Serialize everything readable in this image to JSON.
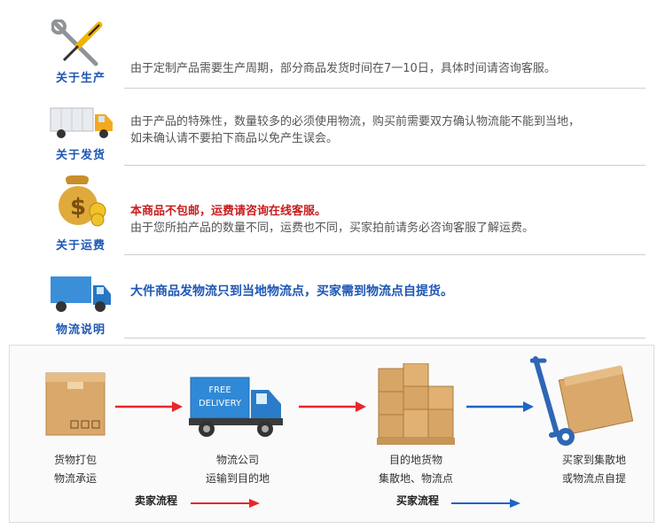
{
  "sections": {
    "production": {
      "title": "关于生产",
      "text": "由于定制产品需要生产周期，部分商品发货时间在7一10日，具体时间请咨询客服。"
    },
    "shipping": {
      "title": "关于发货",
      "line1": "由于产品的特殊性，数量较多的必须使用物流，购买前需要双方确认物流能不能到当地，",
      "line2": "如未确认请不要拍下商品以免产生误会。"
    },
    "fee": {
      "title": "关于运费",
      "highlight": "本商品不包邮，运费请咨询在线客服。",
      "text": "由于您所拍产品的数量不同，运费也不同，买家拍前请务必咨询客服了解运费。"
    },
    "logistics": {
      "title": "物流说明",
      "highlight": "大件商品发物流只到当地物流点，买家需到物流点自提货。"
    }
  },
  "flow": {
    "truck_text_1": "FREE",
    "truck_text_2": "DELIVERY",
    "steps": [
      {
        "line1": "货物打包",
        "line2": "物流承运"
      },
      {
        "line1": "物流公司",
        "line2": "运输到目的地"
      },
      {
        "line1": "目的地货物",
        "line2": "集散地、物流点"
      },
      {
        "line1": "买家到集散地",
        "line2": "或物流点自提"
      }
    ],
    "legend_seller": "卖家流程",
    "legend_buyer": "买家流程"
  },
  "colors": {
    "title_blue": "#1e57b4",
    "highlight_red": "#c81d1d",
    "arrow_red": "#e8262c",
    "arrow_blue": "#1f63c6"
  },
  "icons": [
    "tools-icon",
    "delivery-truck-icon",
    "money-bag-icon",
    "blue-truck-icon",
    "box-icon",
    "free-delivery-truck-icon",
    "pallet-boxes-icon",
    "hand-truck-icon"
  ]
}
